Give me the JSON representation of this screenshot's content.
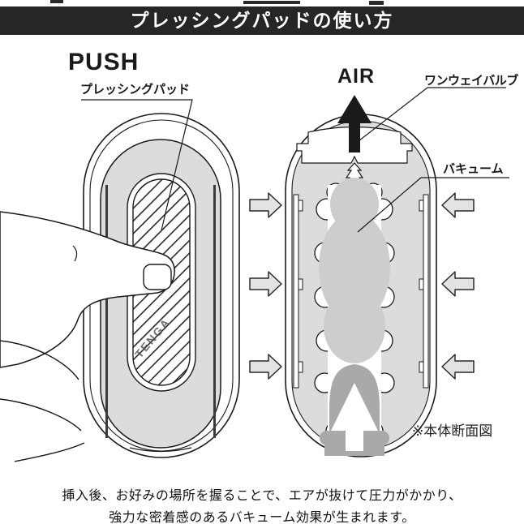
{
  "header": {
    "title": "プレッシングパッドの使い方",
    "bg_color": "#262626",
    "text_color": "#ffffff"
  },
  "left_figure": {
    "push_label": "PUSH",
    "pad_label": "プレッシングパッド",
    "device_logo": "TENGA",
    "icons": {
      "hand": "hand-pressing-icon",
      "pad": "hatched-pressing-pad"
    }
  },
  "right_figure": {
    "air_label": "AIR",
    "valve_label": "ワンウェイバルブ",
    "vacuum_label": "バキューム",
    "section_note": "※本体断面図",
    "icons": {
      "air_arrow": "air-up-arrow-icon",
      "squeeze_arrows": "inward-pressure-arrow-icon",
      "insert_arrow": "insert-up-arrow-icon"
    }
  },
  "caption": {
    "line1": "挿入後、お好みの場所を握ることで、エアが抜けて圧力がかかり、",
    "line2": "強力な密着感のあるバキューム効果が生まれます。"
  },
  "colors": {
    "banner_bg": "#262626",
    "ink": "#1a1a1a",
    "shell_gray": "#dcdcdc",
    "chamber_gray": "#cdcdcd",
    "insert_gray": "#a9a9a9",
    "pressure_arrow_fill": "#e3e3e3"
  }
}
